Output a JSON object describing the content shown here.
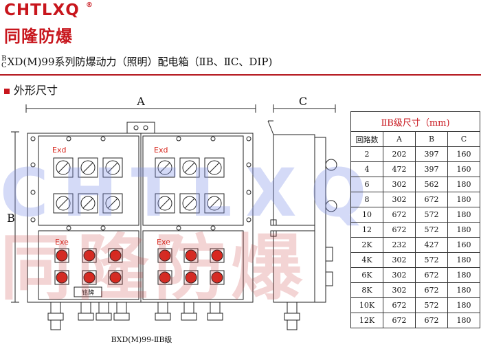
{
  "brand": {
    "logo_text": "CHTLXQ",
    "registered_mark": "®",
    "name_cn": "同隆防爆"
  },
  "title": {
    "frac_top": "B",
    "frac_bottom": "C",
    "text": "XD(M)99系列防爆动力（照明）配电箱（ⅡB、ⅡC、DIP)"
  },
  "section": {
    "label": "外形尺寸"
  },
  "drawing": {
    "dim_a": "A",
    "dim_b": "B",
    "dim_c": "C",
    "exd_label": "Exd",
    "exe_label": "Exe",
    "nameplate": "铭牌",
    "caption": "BXD(M)99-ⅡB级"
  },
  "watermark": {
    "text": "CHTLXQ",
    "cn": "同隆防爆"
  },
  "table": {
    "caption": "ⅡB级尺寸（mm)",
    "headers": [
      "回路数",
      "A",
      "B",
      "C"
    ],
    "rows": [
      [
        "2",
        "202",
        "397",
        "160"
      ],
      [
        "4",
        "472",
        "397",
        "160"
      ],
      [
        "6",
        "302",
        "562",
        "180"
      ],
      [
        "8",
        "302",
        "672",
        "180"
      ],
      [
        "10",
        "672",
        "572",
        "180"
      ],
      [
        "12",
        "672",
        "572",
        "180"
      ],
      [
        "2K",
        "232",
        "427",
        "160"
      ],
      [
        "4K",
        "302",
        "572",
        "180"
      ],
      [
        "6K",
        "302",
        "672",
        "180"
      ],
      [
        "8K",
        "302",
        "672",
        "180"
      ],
      [
        "10K",
        "672",
        "572",
        "180"
      ],
      [
        "12K",
        "672",
        "672",
        "180"
      ]
    ]
  },
  "colors": {
    "brand_red": "#c8161d",
    "watermark_blue": "#7890e6"
  }
}
